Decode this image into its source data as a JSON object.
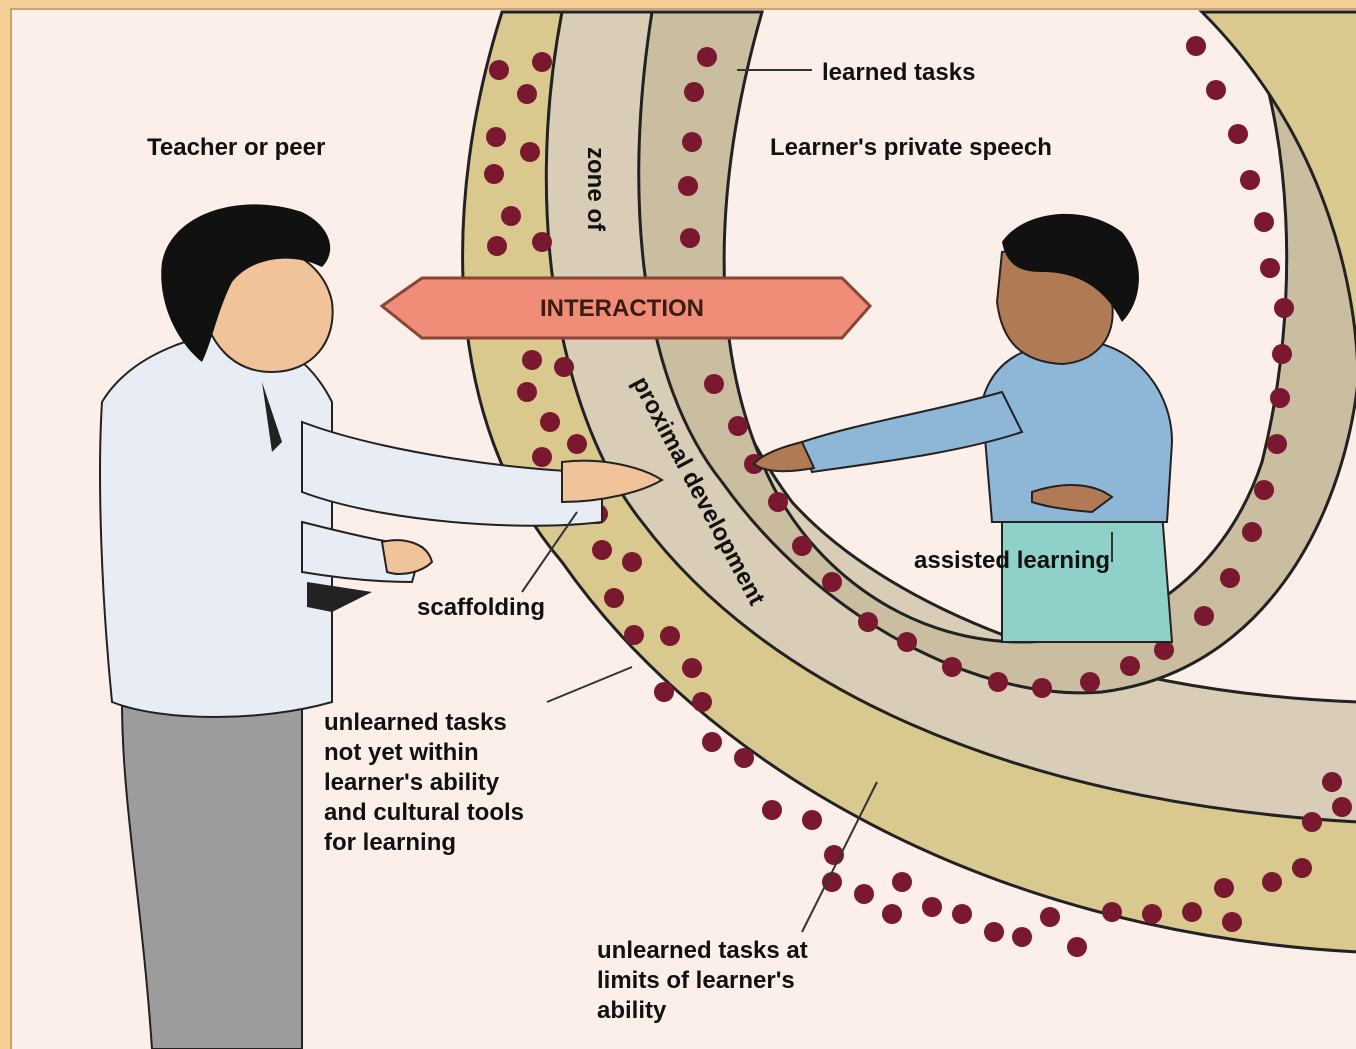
{
  "figure": {
    "labels": {
      "teacher": "Teacher or peer",
      "private_speech": "Learner's private speech",
      "learned_tasks": "learned tasks",
      "zone_part1": "zone of",
      "zone_part2": "proximal development",
      "interaction": "INTERACTION",
      "assisted_learning": "assisted learning",
      "scaffolding": "scaffolding",
      "unlearned_not_within": [
        "unlearned tasks",
        "not yet within",
        "learner's ability",
        "and cultural tools",
        "for learning"
      ],
      "unlearned_limits": [
        "unlearned tasks at",
        "limits of learner's",
        "ability"
      ]
    },
    "colors": {
      "background": "#fcefe9",
      "outer_frame": "#f5cf96",
      "dotted_band": "#d9c98f",
      "zone_band": "#d9cdb8",
      "inner_band": "#cbbd9f",
      "dot": "#7a1830",
      "interaction_arrow": "#f08d78",
      "teacher_shirt": "#e8ecf4",
      "teacher_pants": "#9c9c9c",
      "learner_shirt": "#8eb6d6",
      "learner_pants": "#8fd1c9",
      "skin_teacher": "#f1c39a",
      "skin_learner": "#b07a55",
      "hair": "#111111"
    }
  }
}
